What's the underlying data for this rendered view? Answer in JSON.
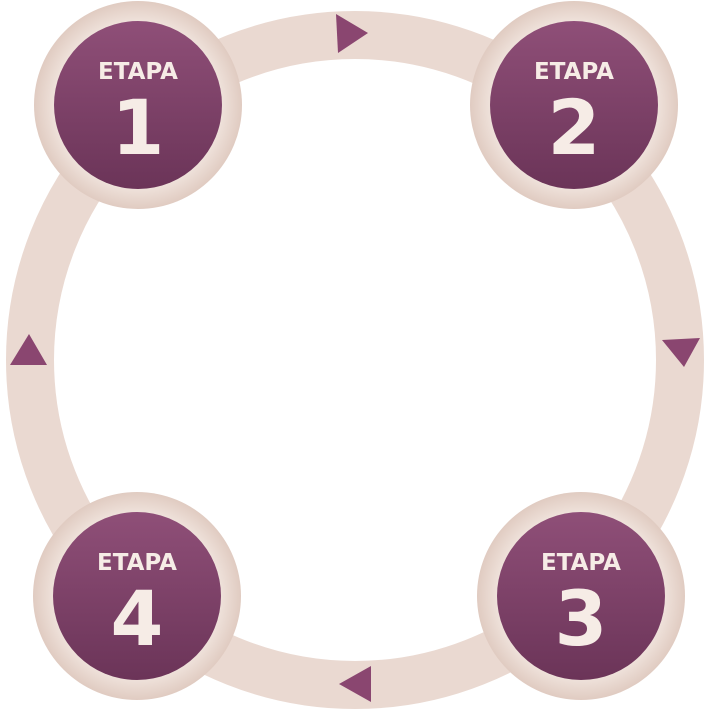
{
  "colors": {
    "ring": "#ead9d1",
    "halo": "#efe2db",
    "halo_shadow": "#e0cbc1",
    "badge_top": "#8f4f78",
    "badge_bottom": "#6b3458",
    "arrow": "#8a4670",
    "text": "#f6ece6"
  },
  "stages": [
    {
      "id": "1",
      "label": "ETAPA",
      "number": "1"
    },
    {
      "id": "2",
      "label": "ETAPA",
      "number": "2"
    },
    {
      "id": "3",
      "label": "ETAPA",
      "number": "3"
    },
    {
      "id": "4",
      "label": "ETAPA",
      "number": "4"
    }
  ],
  "flow": {
    "direction": "clockwise",
    "arrow_icon": "triangle-arrow-icon"
  }
}
